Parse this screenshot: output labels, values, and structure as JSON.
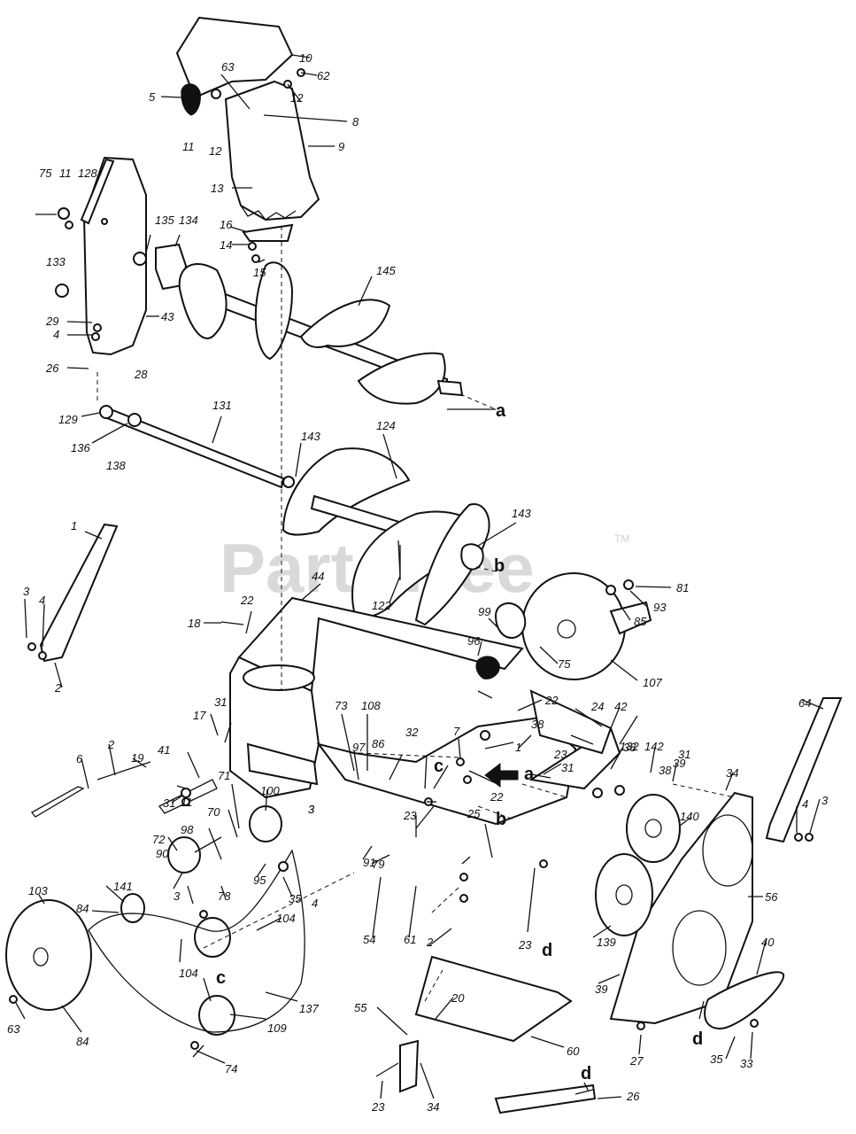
{
  "watermark": {
    "brand": "PartsTree",
    "trademark": "TM"
  },
  "reference_letters": [
    "a",
    "a",
    "b",
    "b",
    "c",
    "c",
    "d",
    "d",
    "d"
  ],
  "callouts": [
    "10",
    "62",
    "63",
    "5",
    "12",
    "8",
    "11",
    "12",
    "9",
    "13",
    "75",
    "11",
    "128",
    "16",
    "14",
    "15",
    "135",
    "134",
    "145",
    "133",
    "43",
    "29",
    "4",
    "26",
    "28",
    "a",
    "129",
    "131",
    "136",
    "138",
    "143",
    "124",
    "143",
    "b",
    "1",
    "122",
    "44",
    "81",
    "93",
    "3",
    "4",
    "22",
    "18",
    "85",
    "99",
    "96",
    "75",
    "107",
    "2",
    "22",
    "73",
    "108",
    "24",
    "42",
    "64",
    "1",
    "38",
    "31",
    "17",
    "7",
    "32",
    "86",
    "c",
    "31",
    "38",
    "23",
    "132",
    "142",
    "38",
    "31",
    "39",
    "41",
    "19",
    "6",
    "2",
    "97",
    "22",
    "a",
    "34",
    "3",
    "4",
    "11",
    "31",
    "3",
    "23",
    "25",
    "b",
    "140",
    "71",
    "100",
    "70",
    "72",
    "98",
    "3",
    "91",
    "79",
    "95",
    "90",
    "78",
    "141",
    "84",
    "35",
    "4",
    "3",
    "104",
    "23",
    "d",
    "139",
    "56",
    "103",
    "54",
    "61",
    "2",
    "104",
    "c",
    "137",
    "109",
    "63",
    "84",
    "74",
    "20",
    "55",
    "39",
    "40",
    "60",
    "d",
    "35",
    "33",
    "27",
    "23",
    "34",
    "d",
    "26"
  ]
}
